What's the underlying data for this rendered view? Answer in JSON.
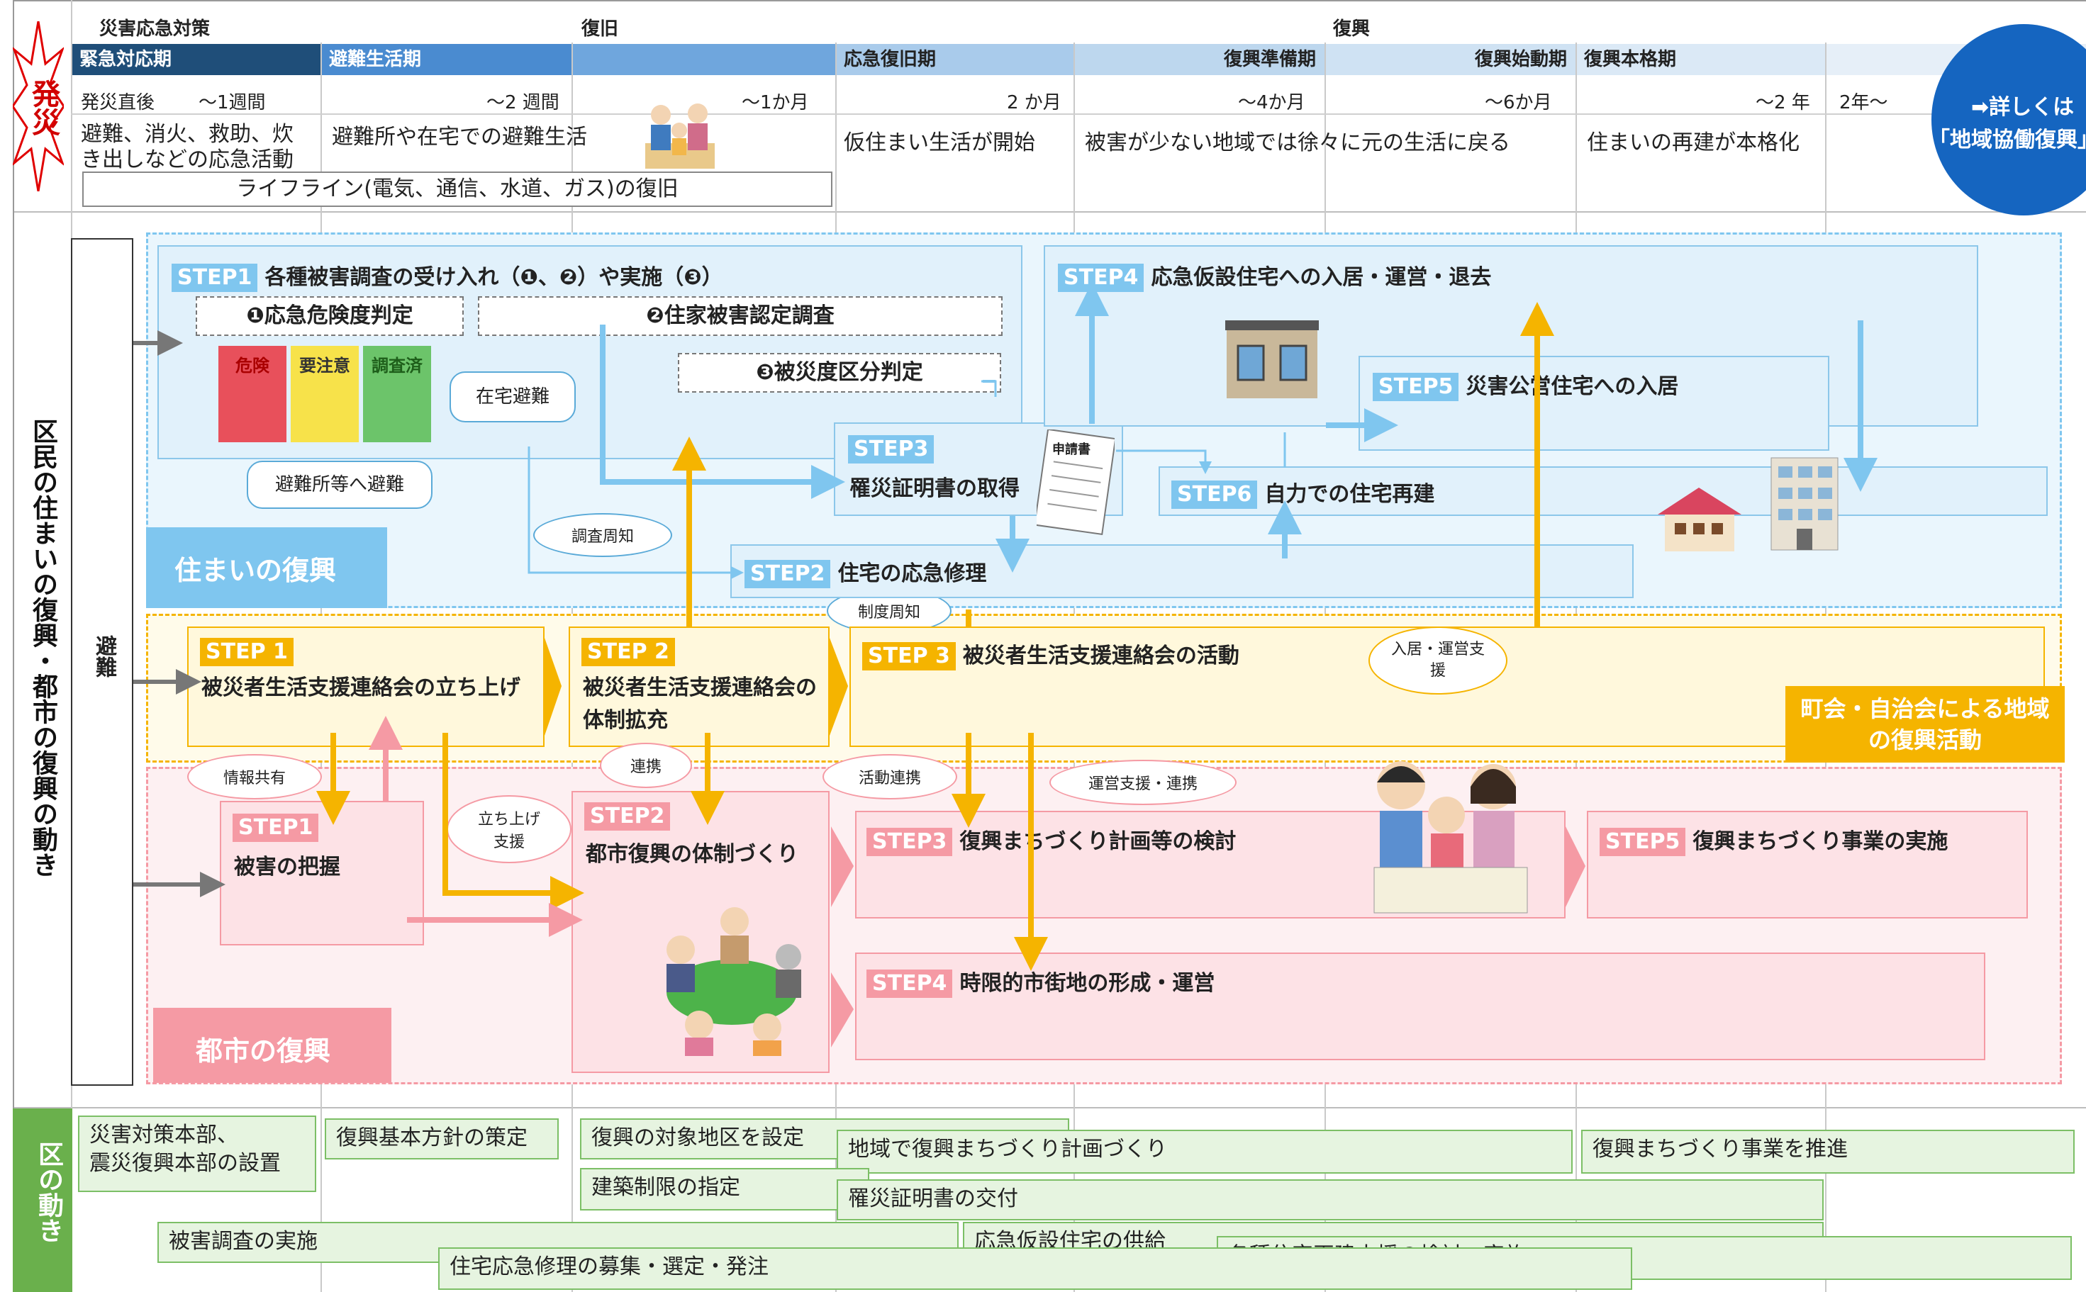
{
  "colors": {
    "housing_blue": "#7fc6ef",
    "support_yellow": "#f5b400",
    "city_pink": "#f59aa4",
    "green": "#6ab04c",
    "phase_dark": "#1f4e79",
    "phase_mid": "#5b9bd5",
    "phase_light": "#bdd7ee"
  },
  "header": {
    "emergency_label": "発災",
    "periods": [
      "災害応急対策",
      "復旧",
      "復興"
    ],
    "phases": [
      "緊急対応期",
      "避難生活期",
      "応急復旧期",
      "復興準備期",
      "復興始動期",
      "復興本格期"
    ],
    "times": [
      "発災直後",
      "～1週間",
      "～2 週間",
      "～1か月",
      "2 か月",
      "～4か月",
      "～6か月",
      "～2 年",
      "2年～"
    ],
    "desc": [
      "避難、消火、救助、炊",
      "き出しなどの応急活動",
      "避難所や在宅での避難生活",
      "仮住まい生活が開始",
      "被害が少ない地域では徐々に元の生活に戻る",
      "住まいの再建が本格化"
    ],
    "lifeline": "ライフライン(電気、通信、水道、ガス)の復旧",
    "more_line1": "➡詳しくは",
    "more_line2": "「地域協働復興」"
  },
  "left_labels": {
    "residents": "区民の住まいの復興・都市の復興の動き",
    "evacuation": "避難",
    "ward": "区の動き"
  },
  "housing": {
    "section_label": "住まいの復興",
    "step1": {
      "tag": "STEP1",
      "title": "各種被害調査の受け入れ（❶、❷）や実施（❸）"
    },
    "sub1": "❶応急危険度判定",
    "sub2": "❷住家被害認定調査",
    "sub3": "❸被災度区分判定",
    "cards": [
      "危険",
      "要注意",
      "調査済"
    ],
    "home_evac": "在宅避難",
    "shelter_evac": "避難所等へ避難",
    "survey_notice": "調査周知",
    "system_notice": "制度周知",
    "step2": {
      "tag": "STEP2",
      "title": "住宅の応急修理"
    },
    "step3": {
      "tag": "STEP3",
      "title": "罹災証明書の取得"
    },
    "doc_label": "申請書",
    "step4": {
      "tag": "STEP4",
      "title": "応急仮設住宅への入居・運営・退去"
    },
    "step5": {
      "tag": "STEP5",
      "title": "災害公営住宅への入居"
    },
    "step6": {
      "tag": "STEP6",
      "title": "自力での住宅再建"
    }
  },
  "support": {
    "step1": {
      "tag": "STEP 1",
      "title": "被災者生活支援連絡会の立ち上げ"
    },
    "step2": {
      "tag": "STEP 2",
      "title": "被災者生活支援連絡会の体制拡充"
    },
    "step3": {
      "tag": "STEP 3",
      "title": "被災者生活支援連絡会の活動"
    },
    "move_in": "入居・運営支援",
    "community_label": "町会・自治会による地域の復興活動"
  },
  "city": {
    "section_label": "都市の復興",
    "info_share": "情報共有",
    "setup_support": "立ち上げ支援",
    "cooperation": "連携",
    "activity_coop": "活動連携",
    "operation_coop": "運営支援・連携",
    "step1": {
      "tag": "STEP1",
      "title": "被害の把握"
    },
    "step2": {
      "tag": "STEP2",
      "title": "都市復興の体制づくり"
    },
    "step3": {
      "tag": "STEP3",
      "title": "復興まちづくり計画等の検討"
    },
    "step4": {
      "tag": "STEP4",
      "title": "時限的市街地の形成・運営"
    },
    "step5": {
      "tag": "STEP5",
      "title": "復興まちづくり事業の実施"
    }
  },
  "ward": {
    "items": [
      "災害対策本部、",
      "震災復興本部の設置",
      "復興基本方針の策定",
      "復興の対象地区を設定",
      "地域で復興まちづくり計画づくり",
      "復興まちづくり事業を推進",
      "建築制限の指定",
      "罹災証明書の交付",
      "被害調査の実施",
      "応急仮設住宅の供給",
      "各種住宅再建支援の検討・実施",
      "住宅応急修理の募集・選定・発注"
    ]
  }
}
